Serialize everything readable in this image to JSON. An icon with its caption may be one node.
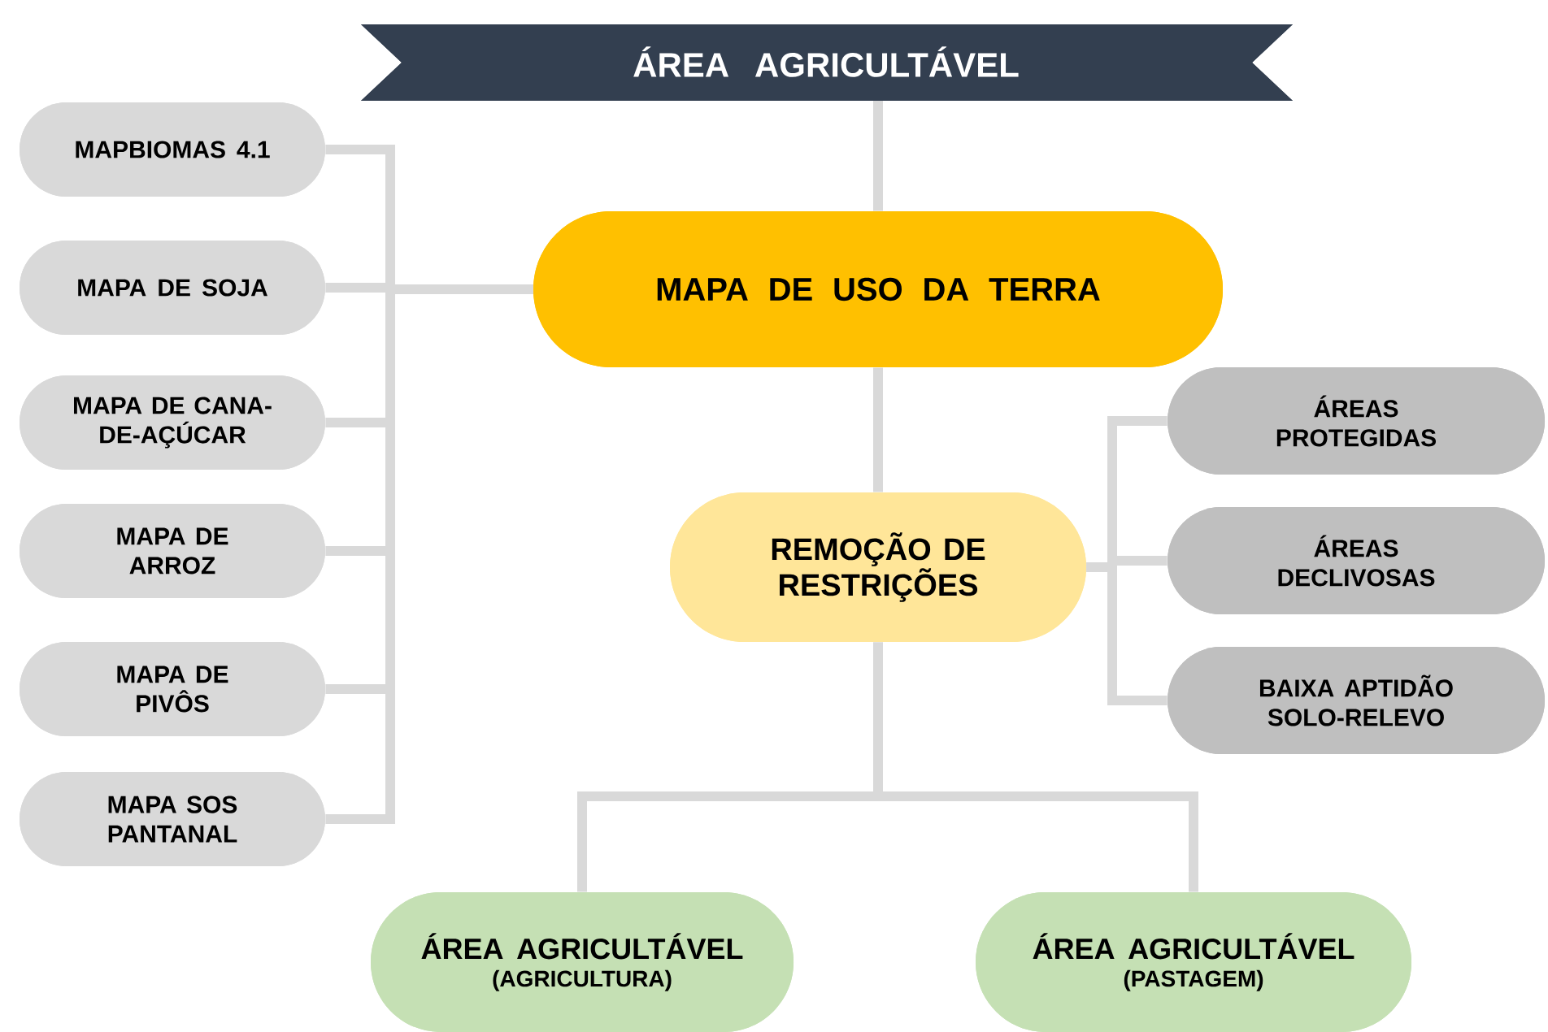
{
  "diagram": {
    "nodes": [
      {
        "text": [
          "ÁREA AGRICULTÁVEL"
        ]
      },
      {
        "text": [
          "MAPBIOMAS 4.1"
        ]
      },
      {
        "text": [
          "MAPA DE SOJA"
        ]
      },
      {
        "text": [
          "MAPA DE CANA-DE-AÇÚCAR"
        ]
      },
      {
        "text": [
          "MAPA DE ARROZ"
        ]
      },
      {
        "text": [
          "MAPA DE PIVÔS"
        ]
      },
      {
        "text": [
          "MAPA SOS PANTANAL"
        ]
      },
      {
        "text": [
          "MAPA DE USO DA TERRA"
        ]
      },
      {
        "text": [
          "ÁREAS PROTEGIDAS"
        ]
      },
      {
        "text": [
          "REMOÇÃO DE RESTRIÇÕES"
        ]
      },
      {
        "text": [
          "ÁREAS DECLIVOSAS"
        ]
      },
      {
        "text": [
          "BAIXA APTIDÃO SOLO-RELEVO"
        ]
      },
      {
        "text": [
          "ÁREA AGRICULTÁVEL",
          "(AGRICULTURA)"
        ]
      },
      {
        "text": [
          "ÁREA AGRICULTÁVEL",
          "(PASTAGEM)"
        ]
      }
    ],
    "edges": [
      {
        "from": 0,
        "to": 7,
        "arrow": "none"
      },
      {
        "from": 1,
        "to": 7,
        "arrow": "none"
      },
      {
        "from": 2,
        "to": 7,
        "arrow": "none"
      },
      {
        "from": 3,
        "to": 7,
        "arrow": "none"
      },
      {
        "from": 4,
        "to": 7,
        "arrow": "none"
      },
      {
        "from": 5,
        "to": 7,
        "arrow": "none"
      },
      {
        "from": 6,
        "to": 7,
        "arrow": "none"
      },
      {
        "from": 7,
        "to": 9,
        "arrow": "none"
      },
      {
        "from": 8,
        "to": 9,
        "arrow": "none"
      },
      {
        "from": 10,
        "to": 9,
        "arrow": "none"
      },
      {
        "from": 11,
        "to": 9,
        "arrow": "none"
      },
      {
        "from": 9,
        "to": 12,
        "arrow": "none"
      },
      {
        "from": 9,
        "to": 13,
        "arrow": "none"
      }
    ]
  }
}
